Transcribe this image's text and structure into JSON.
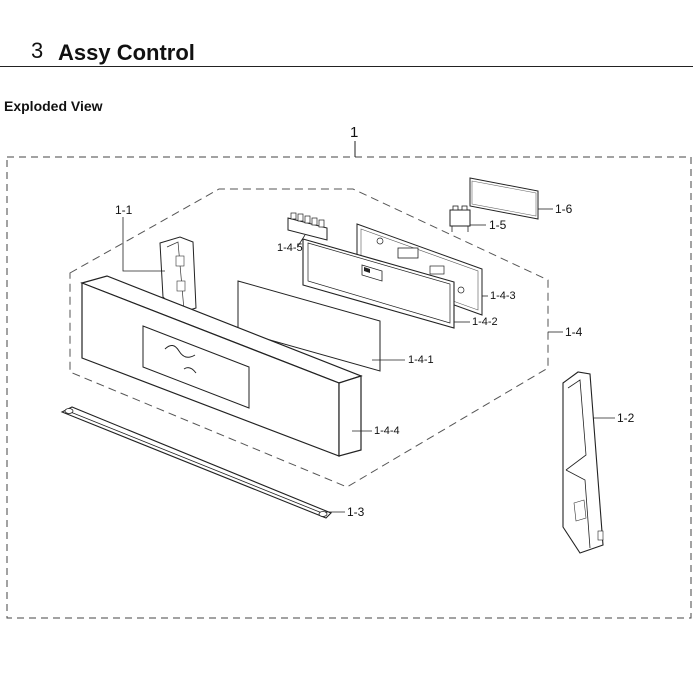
{
  "header": {
    "section_number": "3",
    "title": "Assy Control",
    "subtitle": "Exploded View"
  },
  "callouts": {
    "assembly": "1",
    "part_1_1": "1-1",
    "part_1_2": "1-2",
    "part_1_3": "1-3",
    "part_1_4": "1-4",
    "part_1_4_1": "1-4-1",
    "part_1_4_2": "1-4-2",
    "part_1_4_3": "1-4-3",
    "part_1_4_4": "1-4-4",
    "part_1_4_5": "1-4-5",
    "part_1_5": "1-5",
    "part_1_6": "1-6"
  }
}
